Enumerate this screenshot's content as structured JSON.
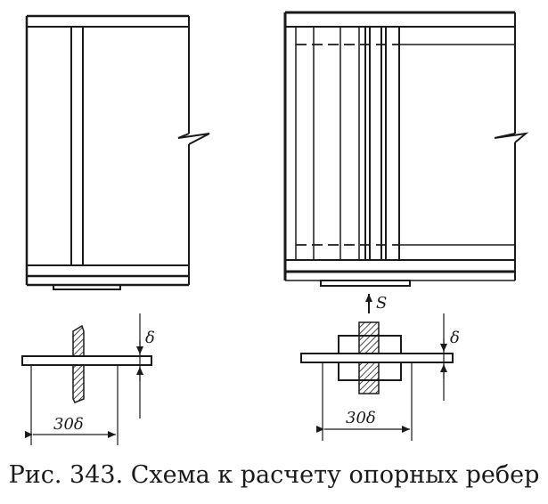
{
  "caption": "Рис. 343. Схема к расчету опорных ребер",
  "labels": {
    "left_width": "30δ",
    "right_width": "30δ",
    "left_thickness": "δ",
    "right_thickness": "δ",
    "force": "S"
  }
}
